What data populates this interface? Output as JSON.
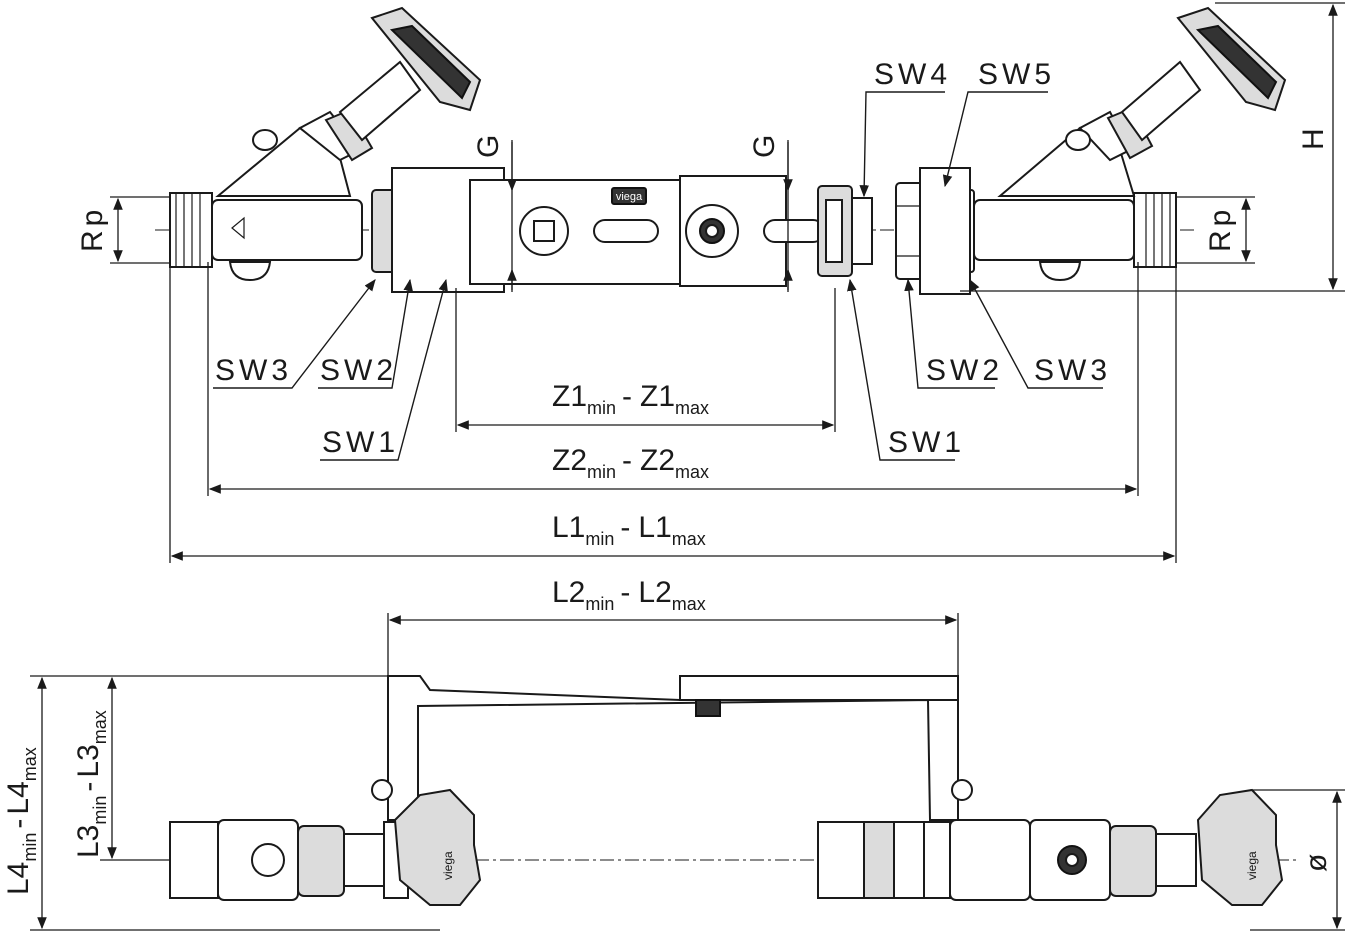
{
  "brand_mark": "viega",
  "labels": {
    "sw1_left": "SW1",
    "sw2_left": "SW2",
    "sw3_left": "SW3",
    "sw1_right": "SW1",
    "sw2_right": "SW2",
    "sw3_right": "SW3",
    "sw4": "SW4",
    "sw5": "SW5",
    "rp_left": "Rp",
    "rp_right": "Rp",
    "g_left": "G",
    "g_right": "G",
    "h": "H",
    "diameter": "ø"
  },
  "dimensions": {
    "z1": {
      "a": "Z1",
      "a_sub": "min",
      "sep": "-",
      "b": "Z1",
      "b_sub": "max"
    },
    "z2": {
      "a": "Z2",
      "a_sub": "min",
      "sep": "-",
      "b": "Z2",
      "b_sub": "max"
    },
    "l1": {
      "a": "L1",
      "a_sub": "min",
      "sep": "-",
      "b": "L1",
      "b_sub": "max"
    },
    "l2": {
      "a": "L2",
      "a_sub": "min",
      "sep": "-",
      "b": "L2",
      "b_sub": "max"
    },
    "l3": {
      "a": "L3",
      "a_sub": "min",
      "sep": "-",
      "b": "L3",
      "b_sub": "max"
    },
    "l4": {
      "a": "L4",
      "a_sub": "min",
      "sep": "-",
      "b": "L4",
      "b_sub": "max"
    }
  }
}
